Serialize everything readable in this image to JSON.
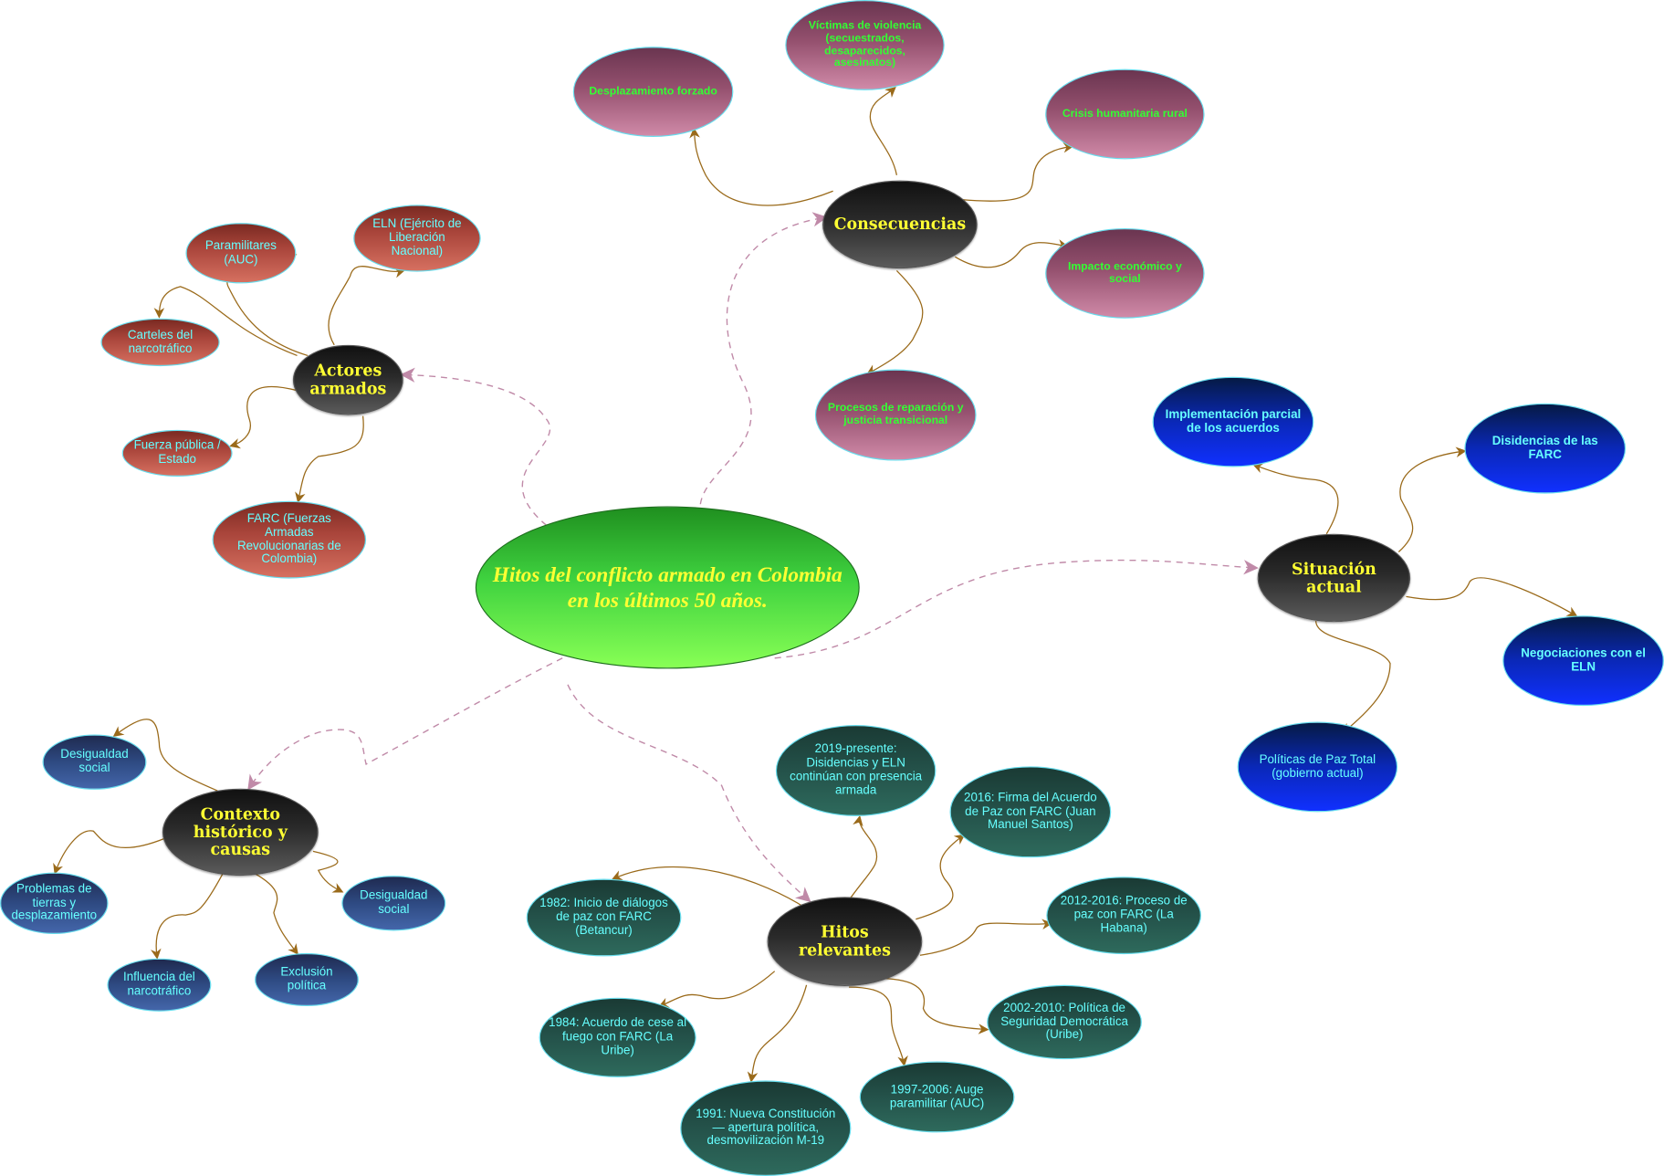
{
  "center": {
    "title": "Hitos del conflicto armado en Colombia en los últimos 50 años."
  },
  "actores": {
    "title": "Actores armados",
    "items": [
      "Paramilitares (AUC)",
      "ELN (Ejército de Liberación Nacional)",
      "Carteles del narcotráfico",
      "Fuerza pública / Estado",
      "FARC (Fuerzas Armadas Revolucionarias de Colombia)"
    ]
  },
  "consecuencias": {
    "title": "Consecuencias",
    "items": [
      "Víctimas de violencia (secuestrados, desaparecidos, asesinatos)",
      "Desplazamiento forzado",
      "Crisis humanitaria rural",
      "Impacto económico y social",
      "Procesos de reparación y justicia transicional"
    ]
  },
  "situacion": {
    "title": "Situación actual",
    "items": [
      "Implementación parcial de los acuerdos",
      "Disidencias de las FARC",
      "Negociaciones con el ELN",
      "Políticas de Paz Total (gobierno actual)"
    ]
  },
  "hitos": {
    "title": "Hitos relevantes",
    "items": [
      "2019-presente: Disidencias y ELN continúan con presencia armada",
      "2016: Firma del Acuerdo de Paz con FARC (Juan Manuel Santos)",
      "1982: Inicio de diálogos de paz con FARC (Betancur)",
      "2012-2016: Proceso de paz con FARC (La Habana)",
      "1984: Acuerdo de cese al fuego con FARC (La Uribe)",
      "2002-2010: Política de Seguridad Democrática (Uribe)",
      "1991: Nueva Constitución — apertura política, desmovilización M-19",
      "1997-2006: Auge paramilitar (AUC)"
    ]
  },
  "contexto": {
    "title": "Contexto histórico y causas",
    "items": [
      "Desigualdad social",
      "Problemas de tierras y desplazamiento",
      "Desigualdad social",
      "Influencia del narcotráfico",
      "Exclusión política"
    ]
  },
  "colors": {
    "dashed_link": "#c08aa8",
    "solid_link": "#9a6a1a",
    "hub_text": "#ffff33",
    "leaf_text_cyan": "#66ffff",
    "leaf_text_green": "#33ff33"
  }
}
